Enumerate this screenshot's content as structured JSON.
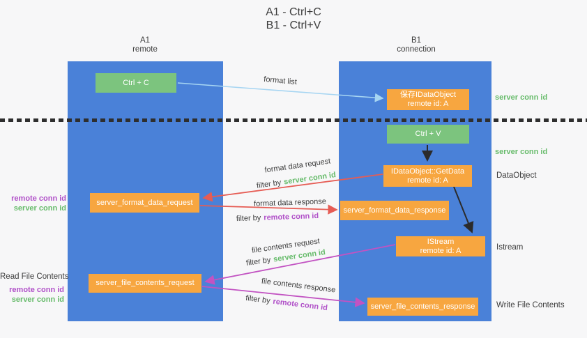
{
  "title": {
    "line1": "A1 - Ctrl+C",
    "line2": "B1 - Ctrl+V"
  },
  "lanes": {
    "a1": {
      "name": "A1",
      "subtitle": "remote"
    },
    "b1": {
      "name": "B1",
      "subtitle": "connection"
    }
  },
  "boxes": {
    "ctrl_c": {
      "label": "Ctrl + C"
    },
    "save_idataobject": {
      "line1": "保存IDataObject",
      "line2": "remote id: A"
    },
    "ctrl_v": {
      "label": "Ctrl + V"
    },
    "getdata": {
      "line1": "IDataObject::GetData",
      "line2": "remote id: A"
    },
    "format_request": {
      "label": "server_format_data_request"
    },
    "format_response": {
      "label": "server_format_data_response"
    },
    "istream": {
      "line1": "IStream",
      "line2": "remote id: A"
    },
    "file_request": {
      "label": "server_file_contents_request"
    },
    "file_response": {
      "label": "server_file_contents_response"
    }
  },
  "flow_labels": {
    "format_list": "format list",
    "format_data_request": "format data request",
    "format_data_response": "format data response",
    "file_contents_request": "file contents request",
    "file_contents_response": "file contents response",
    "filter_by": "filter by",
    "server_conn_id": "server conn id",
    "remote_conn_id": "remote conn id"
  },
  "left_annotations": {
    "read_file_contents": "Read File Contents",
    "remote_conn_id": "remote conn id",
    "server_conn_id": "server conn id"
  },
  "right_annotations": {
    "server_conn_id_top": "server conn id",
    "server_conn_id_mid": "server conn id",
    "dataobject": "DataObject",
    "istream": "Istream",
    "write_file_contents": "Write File Contents"
  },
  "colors": {
    "bg": "#f7f7f8",
    "panel_blue": "#4a81d8",
    "box_orange": "#f7a640",
    "box_green": "#7cc47e",
    "green_text": "#66bb6a",
    "purple_text": "#b050c8",
    "dark_text": "#3c3c3c",
    "dash_color": "#2e2e2e",
    "arrow_lightblue": "#a6d5f2",
    "arrow_red": "#e65c54",
    "arrow_magenta": "#c253c2",
    "arrow_black": "#2b2b2b"
  }
}
